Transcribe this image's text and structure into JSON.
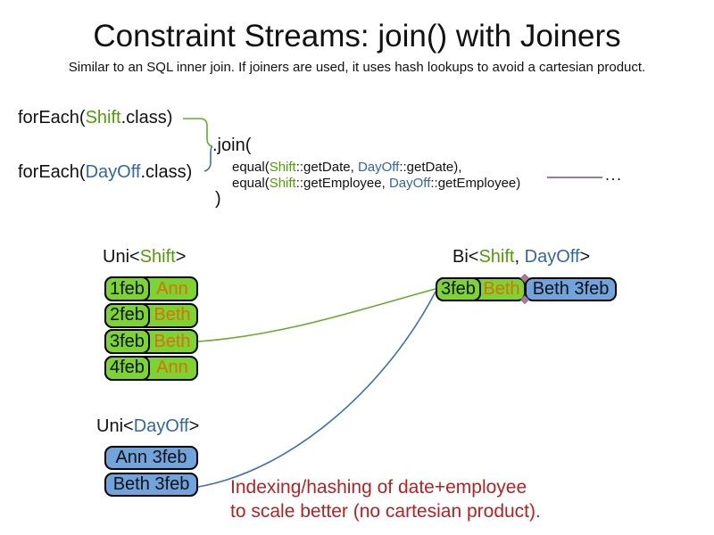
{
  "title": "Constraint Streams: join() with Joiners",
  "subtitle": "Similar to an SQL inner join. If joiners are used, it uses hash lookups to avoid a cartesian product.",
  "code": {
    "foreach_shift": {
      "pre": "forEach(",
      "cls": "Shift",
      "post": ".class)"
    },
    "foreach_dayoff": {
      "pre": "forEach(",
      "cls": "DayOff",
      "post": ".class)"
    },
    "join_open": ".join(",
    "joiner1": {
      "pre": "equal(",
      "c1": "Shift",
      "mid": "::getDate, ",
      "c2": "DayOff",
      "post": "::getDate),"
    },
    "joiner2": {
      "pre": "equal(",
      "c1": "Shift",
      "mid": "::getEmployee, ",
      "c2": "DayOff",
      "post": "::getEmployee)"
    },
    "ellipsis": "...",
    "join_close": ")"
  },
  "uni_shift": {
    "label": {
      "pre": "Uni<",
      "cls": "Shift",
      "post": ">"
    },
    "rows": [
      {
        "date": "1feb",
        "employee": "Ann"
      },
      {
        "date": "2feb",
        "employee": "Beth"
      },
      {
        "date": "3feb",
        "employee": "Beth"
      },
      {
        "date": "4feb",
        "employee": "Ann"
      }
    ]
  },
  "bi": {
    "label": {
      "pre": "Bi<",
      "c1": "Shift",
      "sep": ", ",
      "c2": "DayOff",
      "post": ">"
    },
    "shift_cell": {
      "date": "3feb",
      "employee": "Beth"
    },
    "dayoff_cell": "Beth 3feb"
  },
  "uni_dayoff": {
    "label": {
      "pre": "Uni<",
      "cls": "DayOff",
      "post": ">"
    },
    "rows": [
      "Ann 3feb",
      "Beth 3feb"
    ]
  },
  "note": {
    "line1": "Indexing/hashing of date+employee",
    "line2": "to scale better (no cartesian product)."
  },
  "colors": {
    "green_fill": "#7cd331",
    "green_text": "#4f9d07",
    "blue_fill": "#71a3dc",
    "blue_text": "#3465a4",
    "orange_text": "#d9700e",
    "red_text": "#b42222",
    "green_line": "#66ab2e",
    "blue_line": "#3d6fb4",
    "purple_line": "#75507b",
    "ink": "#111111"
  }
}
